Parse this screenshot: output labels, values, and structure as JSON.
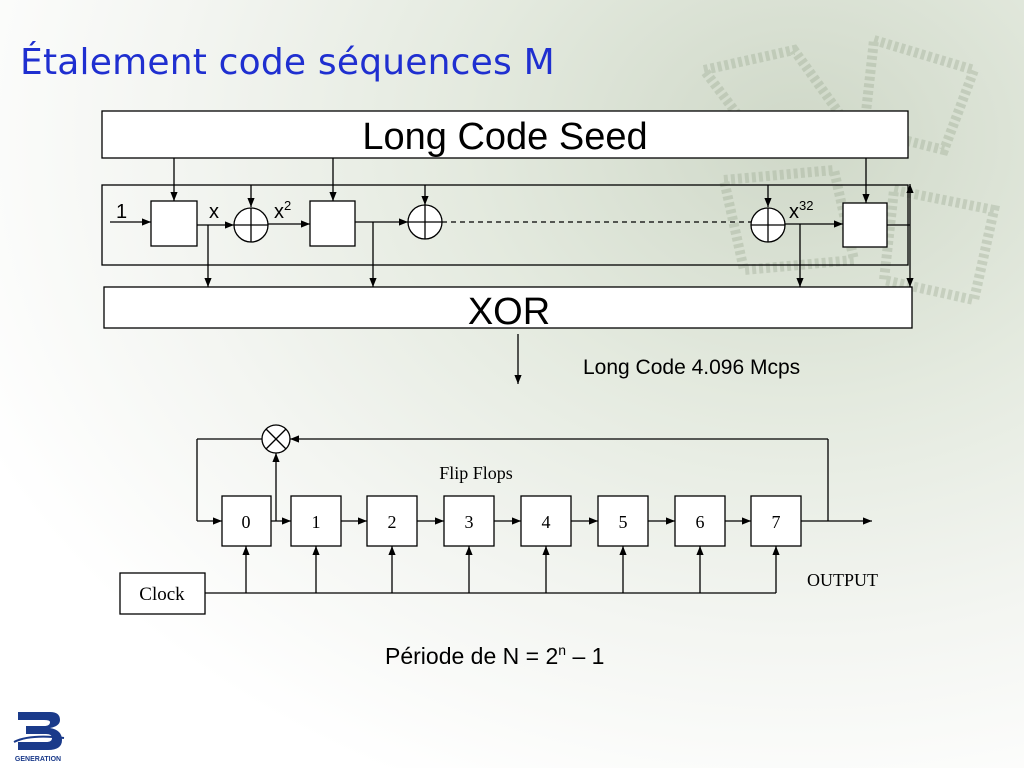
{
  "slide": {
    "title": "Étalement code séquences M"
  },
  "long_code_generator": {
    "seed_label": "Long Code Seed",
    "xor_label": "XOR",
    "tap_labels": {
      "one": "1",
      "x": "x",
      "x2_base": "x",
      "x2_exp": "2",
      "x32_base": "x",
      "x32_exp": "32"
    },
    "output_caption": "Long Code 4.096 Mcps"
  },
  "lfsr": {
    "flip_flops_label": "Flip Flops",
    "stages": [
      "0",
      "1",
      "2",
      "3",
      "4",
      "5",
      "6",
      "7"
    ],
    "clock_label": "Clock",
    "output_label": "OUTPUT"
  },
  "period": {
    "prefix": "Période de N  = 2",
    "exponent": "n",
    "suffix": " – 1"
  },
  "logo": {
    "icon": "3g-generation-logo",
    "text": "GENERATION",
    "color": "#1a3a8a"
  },
  "colors": {
    "title": "#1f2fd0",
    "line": "#000000"
  }
}
